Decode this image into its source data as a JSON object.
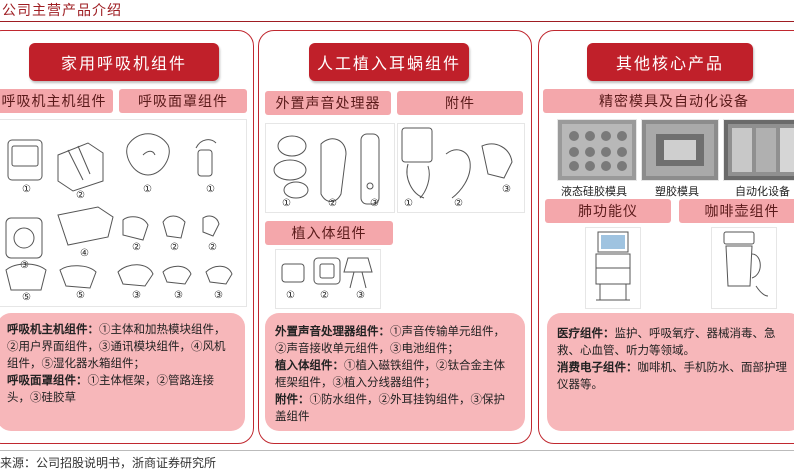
{
  "page_title": "公司主营产品介绍",
  "source": "来源：公司招股说明书，浙商证券研究所",
  "panel1": {
    "title": "家用呼吸机组件",
    "sub_left": "呼吸机主机组件",
    "sub_right": "呼吸面罩组件",
    "numbers": {
      "n1": "①",
      "n2": "②",
      "n3": "③",
      "n4": "④",
      "n5": "⑤"
    },
    "desc": {
      "label1": "呼吸机主机组件：",
      "text1": "①主体和加热模块组件，②用户界面组件，③通讯模块组件，④风机组件，⑤湿化器水箱组件；",
      "label2": "呼吸面罩组件：",
      "text2": "①主体框架，②管路连接头，③硅胶草"
    }
  },
  "panel2": {
    "title": "人工植入耳蜗组件",
    "sub_left": "外置声音处理器",
    "sub_right": "附件",
    "sub_implant": "植入体组件",
    "numbers": {
      "n1": "①",
      "n2": "②",
      "n3": "③"
    },
    "desc": {
      "label1": "外置声音处理器组件：",
      "text1": "①声音传输单元组件，②声音接收单元组件，③电池组件；",
      "label2": "植入体组件：",
      "text2": "①植入磁铁组件，②钛合金主体框架组件，③植入分线器组件；",
      "label3": "附件：",
      "text3": "①防水组件，②外耳挂钩组件，③保护盖组件"
    }
  },
  "panel3": {
    "title": "其他核心产品",
    "sub_top": "精密模具及自动化设备",
    "mold_labels": [
      "液态硅胶模具",
      "塑胶模具",
      "自动化设备"
    ],
    "sub_left": "肺功能仪",
    "sub_right": "咖啡壶组件",
    "desc": {
      "label1": "医疗组件：",
      "text1": "监护、呼吸氧疗、器械消毒、急救、心血管、听力等领域。",
      "label2": "消费电子组件：",
      "text2": "咖啡机、手机防水、面部护理仪器等。"
    }
  },
  "colors": {
    "accent": "#c0202a",
    "sub_bg": "#f4a7ab",
    "desc_bg": "#f7b7ba"
  }
}
